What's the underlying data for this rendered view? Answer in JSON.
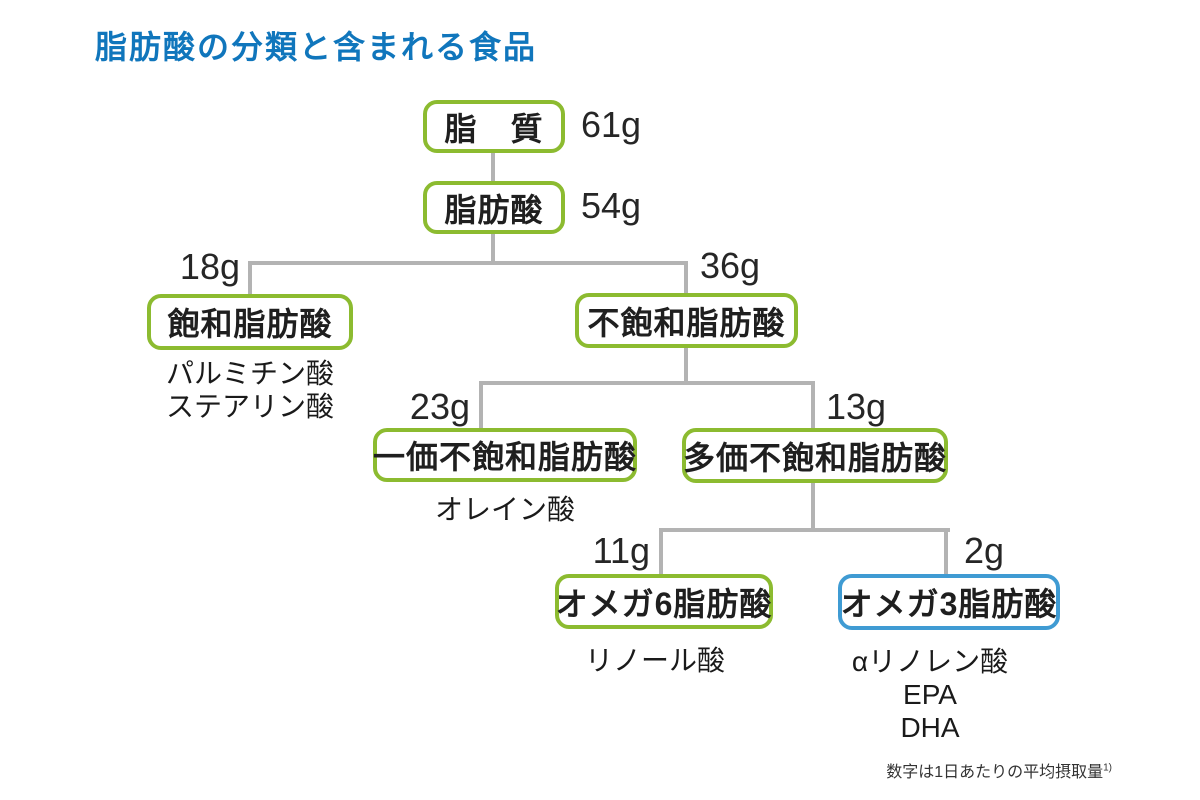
{
  "title": "脂肪酸の分類と含まれる食品",
  "colors": {
    "green": "#8CBB30",
    "blue": "#3F9BD3",
    "title": "#1076BC",
    "line": "#B3B3B3",
    "text": "#1F1F1F"
  },
  "nodes": {
    "lipid": {
      "label": "脂　質",
      "amount": "61g"
    },
    "fatty_acid": {
      "label": "脂肪酸",
      "amount": "54g"
    },
    "saturated": {
      "label": "飽和脂肪酸",
      "amount": "18g"
    },
    "unsaturated": {
      "label": "不飽和脂肪酸",
      "amount": "36g"
    },
    "monounsaturated": {
      "label": "一価不飽和脂肪酸",
      "amount": "23g"
    },
    "polyunsaturated": {
      "label": "多価不飽和脂肪酸",
      "amount": "13g"
    },
    "omega6": {
      "label": "オメガ6脂肪酸",
      "amount": "11g"
    },
    "omega3": {
      "label": "オメガ3脂肪酸",
      "amount": "2g"
    }
  },
  "foods": {
    "saturated": [
      "パルミチン酸",
      "ステアリン酸"
    ],
    "monounsaturated": [
      "オレイン酸"
    ],
    "omega6": [
      "リノール酸"
    ],
    "omega3": [
      "αリノレン酸",
      "EPA",
      "DHA"
    ]
  },
  "footnote": {
    "text": "数字は1日あたりの平均摂取量",
    "superscript": "1)"
  }
}
